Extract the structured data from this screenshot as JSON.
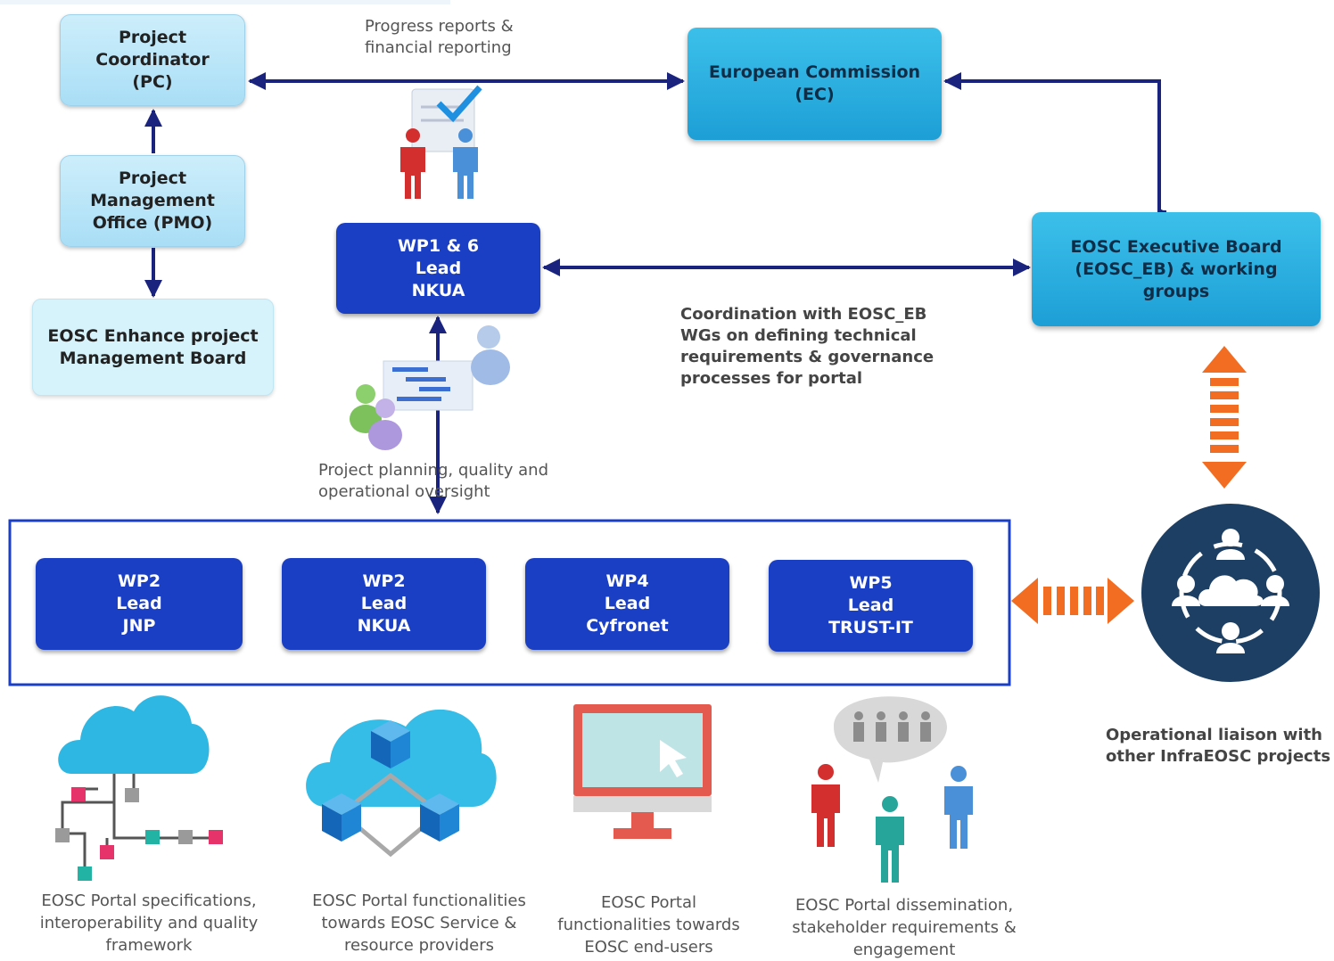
{
  "nodes": {
    "pc": "Project\nCoordinator\n(PC)",
    "pmo": "Project\nManagement\nOffice (PMO)",
    "mgmt_board": "EOSC Enhance project\nManagement Board",
    "ec": "European Commission\n(EC)",
    "wp16": "WP1 & 6\nLead\nNKUA",
    "eosc_eb": "EOSC Executive Board\n(EOSC_EB) & working\ngroups",
    "wp_a": "WP2\nLead\nJNP",
    "wp_b": "WP2\nLead\nNKUA",
    "wp_c": "WP4\nLead\nCyfronet",
    "wp_d": "WP5\nLead\nTRUST-IT"
  },
  "labels": {
    "progress": "Progress reports &\nfinancial reporting",
    "coordination": "Coordination with EOSC_EB\nWGs on defining technical\nrequirements & governance\nprocesses for portal",
    "planning": "Project planning, quality and\noperational oversight",
    "liaison": "Operational liaison with\nother InfraEOSC projects"
  },
  "captions": {
    "spec": "EOSC Portal specifications,\ninteroperability and quality\nframework",
    "providers": "EOSC Portal functionalities\ntowards EOSC Service &\nresource providers",
    "endusers": "EOSC Portal\nfunctionalities towards\nEOSC end-users",
    "dissemination": "EOSC Portal dissemination,\nstakeholder requirements &\nengagement"
  },
  "icons": {
    "people_check": "people-checkmark-icon",
    "planning": "planning-chart-icon",
    "cloud_network": "cloud-network-icon",
    "cloud_cubes": "cloud-cubes-icon",
    "monitor": "monitor-cursor-icon",
    "crowd": "stakeholder-crowd-icon",
    "community": "community-network-icon"
  },
  "colors": {
    "arrow_navy": "#1a237e",
    "wp_blue": "#1b3fc4",
    "cyan": "#2aaee0",
    "orange": "#f26d21",
    "community": "#1d3f63"
  }
}
